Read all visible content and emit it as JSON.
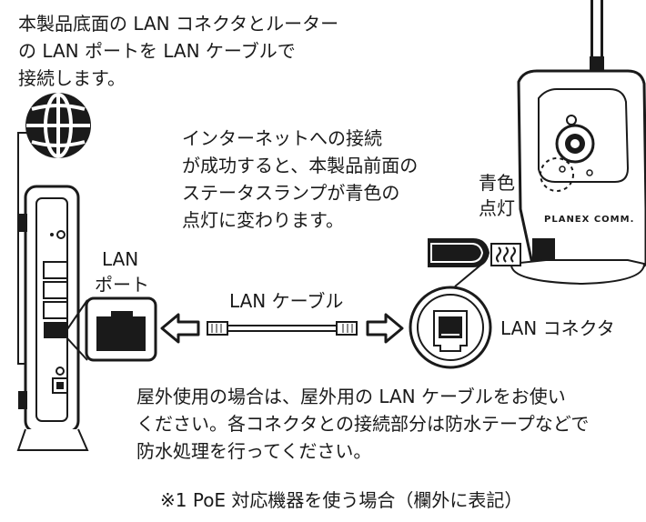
{
  "instructions": {
    "line1": "本製品底面の LAN コネクタとルーター",
    "line2": "の LAN ポートを LAN ケーブルで",
    "line3": "接続します。"
  },
  "status_note": {
    "line1": "インターネットへの接続",
    "line2": "が成功すると、本製品前面の",
    "line3": "ステータスランプが青色の",
    "line4": "点灯に変わります。"
  },
  "labels": {
    "lamp_line1": "青色",
    "lamp_line2": "点灯",
    "camera_brand": "PLANEX COMM.",
    "lan_port_line1": "LAN",
    "lan_port_line2": "ポート",
    "lan_cable": "LAN ケーブル",
    "lan_connector": "LAN コネクタ"
  },
  "outdoor_note": {
    "line1": "屋外使用の場合は、屋外用の LAN ケーブルをお使い",
    "line2": "ください。各コネクタとの接続部分は防水テープなどで",
    "line3": "防水処理を行ってください。"
  },
  "footnote": "※1 PoE 対応機器を使う場合（欄外に表記）",
  "icons": [
    "globe-icon",
    "router",
    "camera",
    "lan-cable",
    "arrow-left-icon",
    "arrow-right-icon",
    "rj45-port-icon",
    "rj45-connector-icon"
  ],
  "colors": {
    "ink": "#1a1a1a",
    "background": "#ffffff"
  }
}
